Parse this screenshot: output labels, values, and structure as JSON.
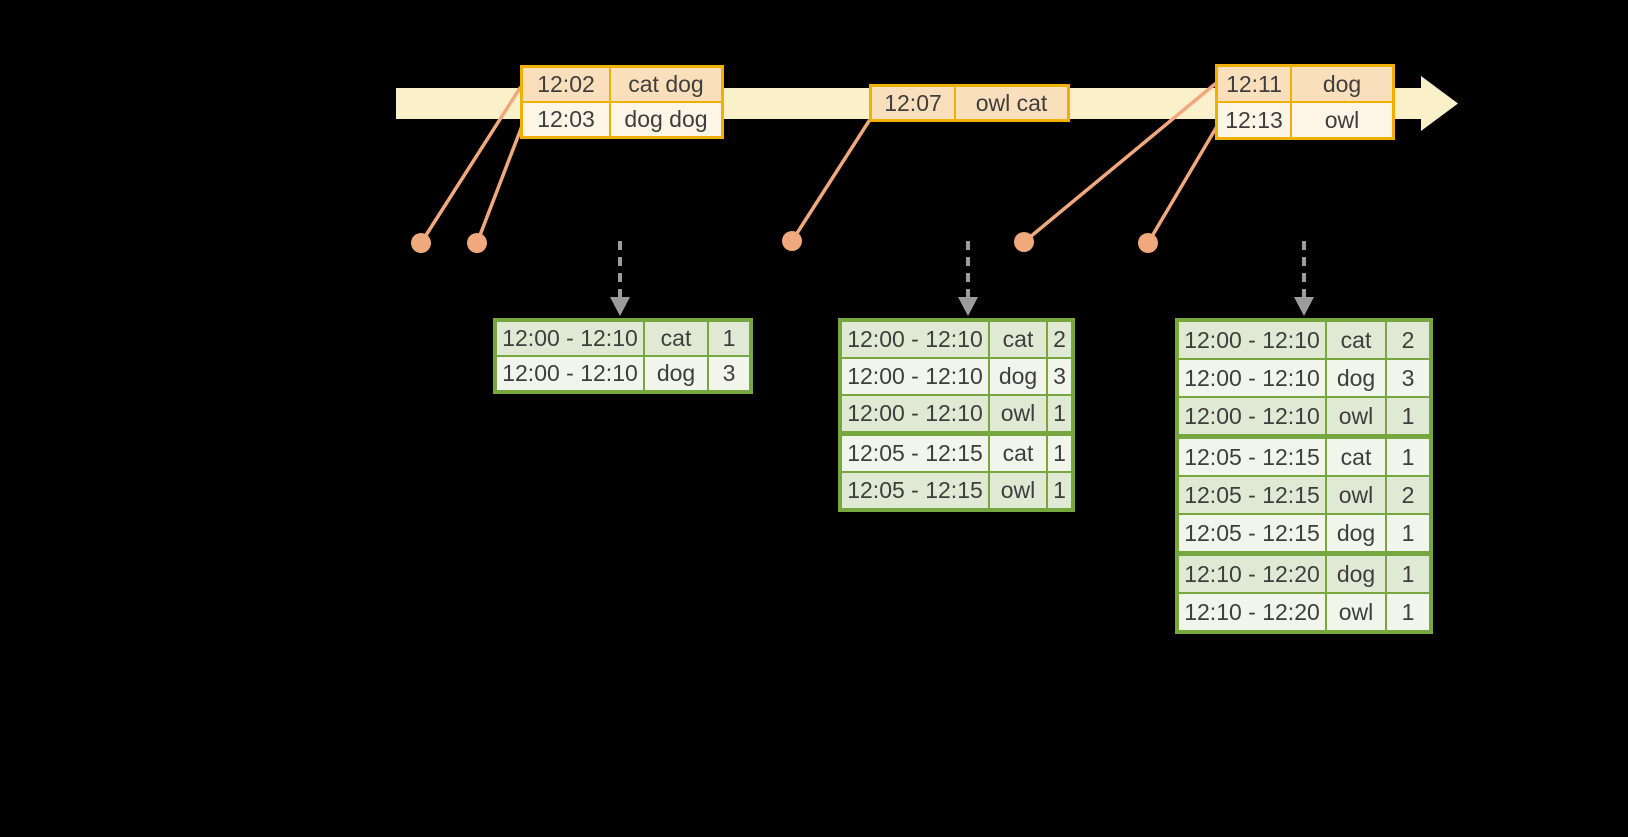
{
  "colors": {
    "background": "#000000",
    "timeline_band": "#faf0ca",
    "event_border": "#f0b000",
    "event_row_a": "#fadfbc",
    "event_row_b": "#fdf5e5",
    "connector": "#f0a87d",
    "trigger_arrow": "#9c9c9c",
    "result_border": "#76a83f",
    "result_row_dark": "#dfe9d3",
    "result_row_light": "#f2f5ec",
    "text": "#3e3e3e"
  },
  "event_tables": [
    {
      "rows": [
        {
          "time": "12:02",
          "words": "cat dog"
        },
        {
          "time": "12:03",
          "words": "dog dog"
        }
      ]
    },
    {
      "rows": [
        {
          "time": "12:07",
          "words": "owl cat"
        }
      ]
    },
    {
      "rows": [
        {
          "time": "12:11",
          "words": "dog"
        },
        {
          "time": "12:13",
          "words": "owl"
        }
      ]
    }
  ],
  "result_tables": [
    {
      "rows": [
        {
          "window": "12:00 - 12:10",
          "word": "cat",
          "count": "1"
        },
        {
          "window": "12:00 - 12:10",
          "word": "dog",
          "count": "3"
        }
      ]
    },
    {
      "rows": [
        {
          "window": "12:00 - 12:10",
          "word": "cat",
          "count": "2"
        },
        {
          "window": "12:00 - 12:10",
          "word": "dog",
          "count": "3"
        },
        {
          "window": "12:00 - 12:10",
          "word": "owl",
          "count": "1"
        },
        {
          "window": "12:05 - 12:15",
          "word": "cat",
          "count": "1"
        },
        {
          "window": "12:05 - 12:15",
          "word": "owl",
          "count": "1"
        }
      ]
    },
    {
      "rows": [
        {
          "window": "12:00 - 12:10",
          "word": "cat",
          "count": "2"
        },
        {
          "window": "12:00 - 12:10",
          "word": "dog",
          "count": "3"
        },
        {
          "window": "12:00 - 12:10",
          "word": "owl",
          "count": "1"
        },
        {
          "window": "12:05 - 12:15",
          "word": "cat",
          "count": "1"
        },
        {
          "window": "12:05 - 12:15",
          "word": "owl",
          "count": "2"
        },
        {
          "window": "12:05 - 12:15",
          "word": "dog",
          "count": "1"
        },
        {
          "window": "12:10 - 12:20",
          "word": "dog",
          "count": "1"
        },
        {
          "window": "12:10 - 12:20",
          "word": "owl",
          "count": "1"
        }
      ]
    }
  ]
}
